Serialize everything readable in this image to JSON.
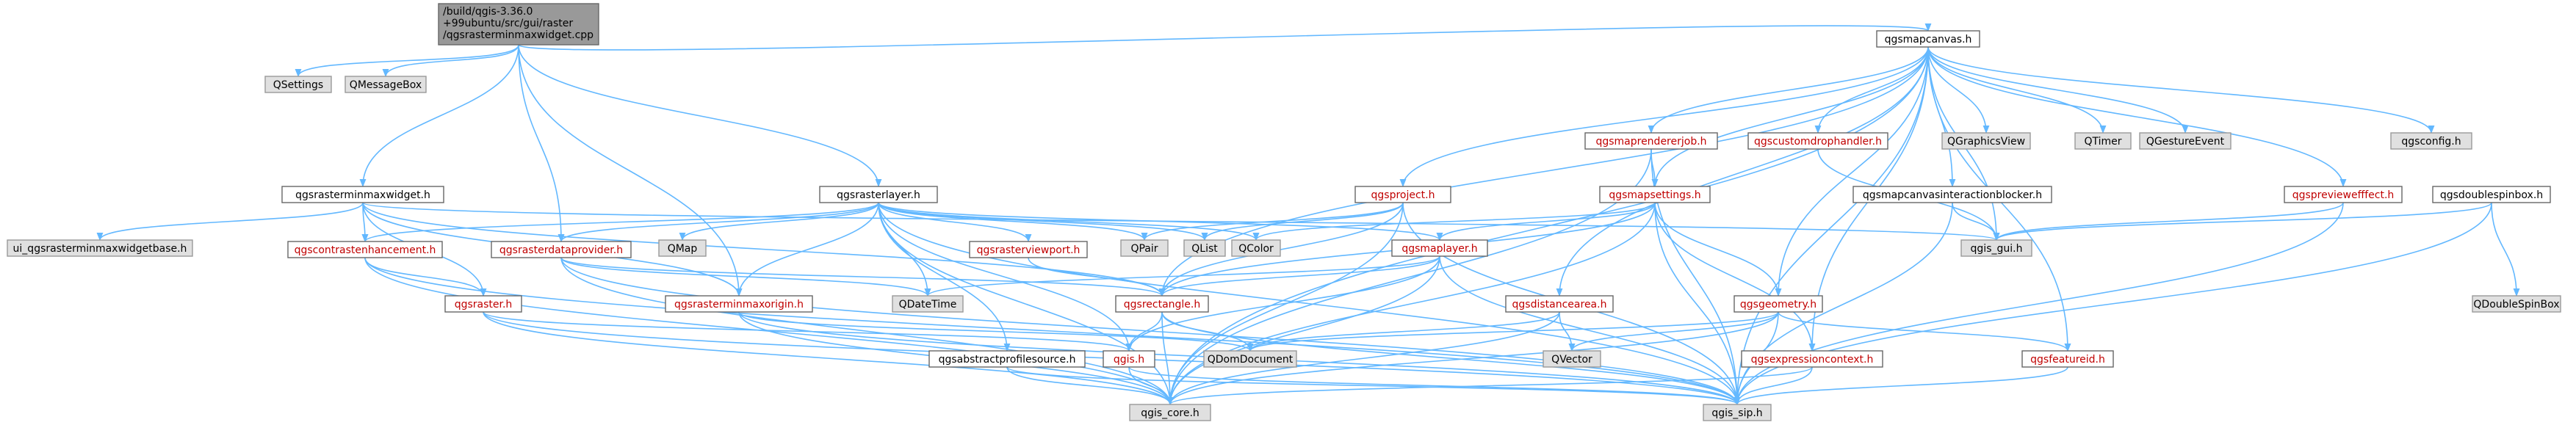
{
  "colors": {
    "edge": "#63b8ff",
    "node_fill": "#ffffff",
    "node_stroke": "#666666",
    "root_fill": "#999999",
    "root_stroke": "#666666",
    "external_fill": "#e0e0e0",
    "external_stroke": "#999999",
    "link_text": "#000000",
    "link_text_red": "#c00000"
  },
  "root": {
    "id": "root",
    "lines": [
      "/build/qgis-3.36.0",
      "+99ubuntu/src/gui/raster",
      "/qgsrasterminmaxwidget.cpp"
    ]
  },
  "nodes": [
    {
      "id": "QSettings",
      "label": "QSettings",
      "kind": "ext"
    },
    {
      "id": "QMessageBox",
      "label": "QMessageBox",
      "kind": "ext"
    },
    {
      "id": "qgsmapcanvas",
      "label": "qgsmapcanvas.h",
      "kind": "doc"
    },
    {
      "id": "qgsrasterminmaxwidget",
      "label": "qgsrasterminmaxwidget.h",
      "kind": "doc"
    },
    {
      "id": "qgsrasterlayer",
      "label": "qgsrasterlayer.h",
      "kind": "doc"
    },
    {
      "id": "qgsmaprendererjob",
      "label": "qgsmaprendererjob.h",
      "kind": "red"
    },
    {
      "id": "qgscustomdrophandler",
      "label": "qgscustomdrophandler.h",
      "kind": "red"
    },
    {
      "id": "QGraphicsView",
      "label": "QGraphicsView",
      "kind": "ext"
    },
    {
      "id": "QTimer",
      "label": "QTimer",
      "kind": "ext"
    },
    {
      "id": "QGestureEvent",
      "label": "QGestureEvent",
      "kind": "ext"
    },
    {
      "id": "qgsconfig",
      "label": "qgsconfig.h",
      "kind": "ext"
    },
    {
      "id": "qgsproject",
      "label": "qgsproject.h",
      "kind": "red"
    },
    {
      "id": "qgsmapsettings",
      "label": "qgsmapsettings.h",
      "kind": "red"
    },
    {
      "id": "qgsmapcanvasinteractionblocker",
      "label": "qgsmapcanvasinteractionblocker.h",
      "kind": "doc"
    },
    {
      "id": "qgspreviewefffect",
      "label": "qgspreviewefffect.h",
      "kind": "red"
    },
    {
      "id": "qgsdoublespinbox",
      "label": "qgsdoublespinbox.h",
      "kind": "doc"
    },
    {
      "id": "ui_base",
      "label": "ui_qgsrasterminmaxwidgetbase.h",
      "kind": "ext"
    },
    {
      "id": "qgscontrastenhancement",
      "label": "qgscontrastenhancement.h",
      "kind": "red"
    },
    {
      "id": "qgsrasterdataprovider",
      "label": "qgsrasterdataprovider.h",
      "kind": "red"
    },
    {
      "id": "QMap",
      "label": "QMap",
      "kind": "ext"
    },
    {
      "id": "qgsrasterviewport",
      "label": "qgsrasterviewport.h",
      "kind": "red"
    },
    {
      "id": "QPair",
      "label": "QPair",
      "kind": "ext"
    },
    {
      "id": "QList",
      "label": "QList",
      "kind": "ext"
    },
    {
      "id": "QColor",
      "label": "QColor",
      "kind": "ext"
    },
    {
      "id": "qgsmaplayer",
      "label": "qgsmaplayer.h",
      "kind": "red"
    },
    {
      "id": "qgis_gui",
      "label": "qgis_gui.h",
      "kind": "ext"
    },
    {
      "id": "QDoubleSpinBox",
      "label": "QDoubleSpinBox",
      "kind": "ext"
    },
    {
      "id": "qgsraster",
      "label": "qgsraster.h",
      "kind": "red"
    },
    {
      "id": "qgsrasterminmaxorigin",
      "label": "qgsrasterminmaxorigin.h",
      "kind": "red"
    },
    {
      "id": "QDateTime",
      "label": "QDateTime",
      "kind": "ext"
    },
    {
      "id": "qgsrectangle",
      "label": "qgsrectangle.h",
      "kind": "red"
    },
    {
      "id": "qgsdistancearea",
      "label": "qgsdistancearea.h",
      "kind": "red"
    },
    {
      "id": "qgsgeometry",
      "label": "qgsgeometry.h",
      "kind": "red"
    },
    {
      "id": "QVector",
      "label": "QVector",
      "kind": "ext"
    },
    {
      "id": "QDomDocument",
      "label": "QDomDocument",
      "kind": "ext"
    },
    {
      "id": "qgsabstractprofilesource",
      "label": "qgsabstractprofilesource.h",
      "kind": "doc"
    },
    {
      "id": "qgis",
      "label": "qgis.h",
      "kind": "red"
    },
    {
      "id": "qgsexpressioncontext",
      "label": "qgsexpressioncontext.h",
      "kind": "red"
    },
    {
      "id": "qgsfeatureid",
      "label": "qgsfeatureid.h",
      "kind": "red"
    },
    {
      "id": "qgis_core",
      "label": "qgis_core.h",
      "kind": "ext"
    },
    {
      "id": "qgis_sip",
      "label": "qgis_sip.h",
      "kind": "ext"
    }
  ],
  "edges": [
    [
      "root",
      "QSettings"
    ],
    [
      "root",
      "QMessageBox"
    ],
    [
      "root",
      "qgsmapcanvas"
    ],
    [
      "root",
      "qgsrasterminmaxwidget"
    ],
    [
      "root",
      "qgsrasterlayer"
    ],
    [
      "root",
      "qgsrasterdataprovider"
    ],
    [
      "root",
      "qgsrasterminmaxorigin"
    ],
    [
      "qgsmapcanvas",
      "qgsmaprendererjob"
    ],
    [
      "qgsmapcanvas",
      "qgscustomdrophandler"
    ],
    [
      "qgsmapcanvas",
      "QGraphicsView"
    ],
    [
      "qgsmapcanvas",
      "QTimer"
    ],
    [
      "qgsmapcanvas",
      "QGestureEvent"
    ],
    [
      "qgsmapcanvas",
      "qgsconfig"
    ],
    [
      "qgsmapcanvas",
      "qgsproject"
    ],
    [
      "qgsmapcanvas",
      "qgsmapsettings"
    ],
    [
      "qgsmapcanvas",
      "qgsmapcanvasinteractionblocker"
    ],
    [
      "qgsmapcanvas",
      "qgspreviewefffect"
    ],
    [
      "qgsmapcanvas",
      "qgis_gui"
    ],
    [
      "qgsmapcanvas",
      "qgsrectangle"
    ],
    [
      "qgsmapcanvas",
      "qgsdistancearea"
    ],
    [
      "qgsmapcanvas",
      "qgsexpressioncontext"
    ],
    [
      "qgsmapcanvas",
      "qgsgeometry"
    ],
    [
      "qgsmapcanvas",
      "qgsfeatureid"
    ],
    [
      "qgsmapcanvas",
      "qgis_sip"
    ],
    [
      "qgsmapcanvas",
      "qgis_core"
    ],
    [
      "qgsrasterminmaxwidget",
      "ui_base"
    ],
    [
      "qgsrasterminmaxwidget",
      "qgscontrastenhancement"
    ],
    [
      "qgsrasterminmaxwidget",
      "qgsraster"
    ],
    [
      "qgsrasterminmaxwidget",
      "qgsrasterminmaxorigin"
    ],
    [
      "qgsrasterminmaxwidget",
      "qgis_gui"
    ],
    [
      "qgsrasterminmaxwidget",
      "qgsrectangle"
    ],
    [
      "qgsrasterlayer",
      "qgsrasterdataprovider"
    ],
    [
      "qgsrasterlayer",
      "QMap"
    ],
    [
      "qgsrasterlayer",
      "qgsrasterviewport"
    ],
    [
      "qgsrasterlayer",
      "QPair"
    ],
    [
      "qgsrasterlayer",
      "QList"
    ],
    [
      "qgsrasterlayer",
      "QColor"
    ],
    [
      "qgsrasterlayer",
      "qgsmaplayer"
    ],
    [
      "qgsrasterlayer",
      "QDateTime"
    ],
    [
      "qgsrasterlayer",
      "qgsrasterminmaxorigin"
    ],
    [
      "qgsrasterlayer",
      "qgscontrastenhancement"
    ],
    [
      "qgsrasterlayer",
      "qgsabstractprofilesource"
    ],
    [
      "qgsrasterlayer",
      "qgis"
    ],
    [
      "qgsrasterlayer",
      "qgis_core"
    ],
    [
      "qgsrasterlayer",
      "qgis_sip"
    ],
    [
      "qgsmaprendererjob",
      "qgsmapsettings"
    ],
    [
      "qgsmaprendererjob",
      "qgis_core"
    ],
    [
      "qgsmaprendererjob",
      "qgis_sip"
    ],
    [
      "qgscustomdrophandler",
      "qgis_gui"
    ],
    [
      "qgsproject",
      "QList"
    ],
    [
      "qgsproject",
      "QPair"
    ],
    [
      "qgsproject",
      "qgis_core"
    ],
    [
      "qgsproject",
      "qgis_sip"
    ],
    [
      "qgsproject",
      "qgsrectangle"
    ],
    [
      "qgsmapsettings",
      "QColor"
    ],
    [
      "qgsmapsettings",
      "qgsmaplayer"
    ],
    [
      "qgsmapsettings",
      "qgsrectangle"
    ],
    [
      "qgsmapsettings",
      "qgsgeometry"
    ],
    [
      "qgsmapsettings",
      "qgsexpressioncontext"
    ],
    [
      "qgsmapsettings",
      "qgis_core"
    ],
    [
      "qgsmapsettings",
      "qgis_sip"
    ],
    [
      "qgsmapcanvasinteractionblocker",
      "qgis_gui"
    ],
    [
      "qgsmapcanvasinteractionblocker",
      "qgis_sip"
    ],
    [
      "qgspreviewefffect",
      "qgis_gui"
    ],
    [
      "qgspreviewefffect",
      "qgis_sip"
    ],
    [
      "qgsdoublespinbox",
      "qgis_gui"
    ],
    [
      "qgsdoublespinbox",
      "QDoubleSpinBox"
    ],
    [
      "qgsdoublespinbox",
      "qgis_sip"
    ],
    [
      "qgscontrastenhancement",
      "qgsraster"
    ],
    [
      "qgscontrastenhancement",
      "qgis_core"
    ],
    [
      "qgscontrastenhancement",
      "qgis_sip"
    ],
    [
      "qgsrasterdataprovider",
      "QDateTime"
    ],
    [
      "qgsrasterdataprovider",
      "qgsrectangle"
    ],
    [
      "qgsrasterdataprovider",
      "qgis_core"
    ],
    [
      "qgsrasterdataprovider",
      "qgis_sip"
    ],
    [
      "qgsrasterviewport",
      "qgsrectangle"
    ],
    [
      "qgsmaplayer",
      "QDateTime"
    ],
    [
      "qgsmaplayer",
      "qgsrectangle"
    ],
    [
      "qgsmaplayer",
      "qgis"
    ],
    [
      "qgsmaplayer",
      "qgis_core"
    ],
    [
      "qgsmaplayer",
      "qgis_sip"
    ],
    [
      "qgsraster",
      "qgis"
    ],
    [
      "qgsraster",
      "qgis_core"
    ],
    [
      "qgsraster",
      "qgis_sip"
    ],
    [
      "qgsrasterminmaxorigin",
      "QDomDocument"
    ],
    [
      "qgsrasterminmaxorigin",
      "qgis_core"
    ],
    [
      "qgsrasterminmaxorigin",
      "qgis_sip"
    ],
    [
      "qgsrectangle",
      "qgis"
    ],
    [
      "qgsrectangle",
      "QDomDocument"
    ],
    [
      "qgsrectangle",
      "qgis_core"
    ],
    [
      "qgsrectangle",
      "qgis_sip"
    ],
    [
      "qgsdistancearea",
      "QVector"
    ],
    [
      "qgsdistancearea",
      "qgis_core"
    ],
    [
      "qgsdistancearea",
      "QDomDocument"
    ],
    [
      "qgsgeometry",
      "QVector"
    ],
    [
      "qgsgeometry",
      "QDomDocument"
    ],
    [
      "qgsgeometry",
      "qgsfeatureid"
    ],
    [
      "qgsgeometry",
      "qgis_core"
    ],
    [
      "qgsgeometry",
      "qgis_sip"
    ],
    [
      "qgsabstractprofilesource",
      "qgis_core"
    ],
    [
      "qgsabstractprofilesource",
      "qgis_sip"
    ],
    [
      "qgis",
      "qgis_core"
    ],
    [
      "qgis",
      "qgis_sip"
    ],
    [
      "qgsexpressioncontext",
      "qgis_core"
    ],
    [
      "qgsexpressioncontext",
      "qgis_sip"
    ],
    [
      "qgsfeatureid",
      "qgis_sip"
    ]
  ]
}
